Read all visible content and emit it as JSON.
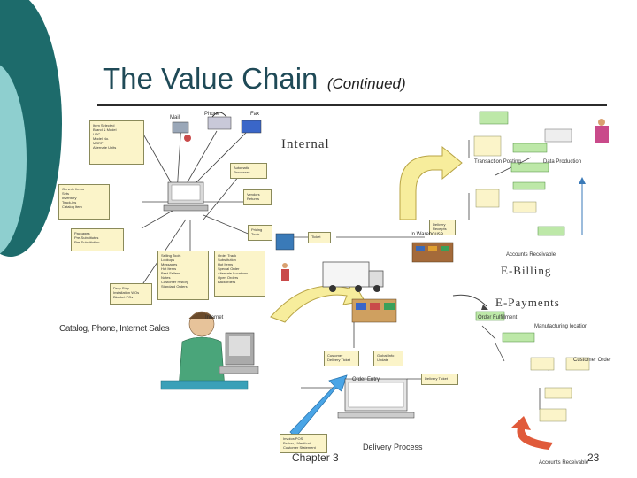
{
  "slide": {
    "title": "The Value Chain",
    "subtitle": "(Continued)",
    "footer_left": "Chapter 3",
    "page_number": "23"
  },
  "diagram": {
    "labels": {
      "internal": "Internal",
      "e_billing": "E-Billing",
      "e_payments": "E-Payments",
      "catalog": "Catalog, Phone, Internet Sales",
      "delivery_process": "Delivery Process",
      "accounts_receivable_top": "Accounts Receivable",
      "accounts_receivable_bottom": "Accounts Receivable",
      "transaction_posting": "Transaction Posting",
      "data_production": "Data Production",
      "phone": "Phone",
      "fax": "Fax",
      "mail": "Mail",
      "internet": "Internet",
      "order_entry": "Order Entry",
      "in_warehouse": "In Warehouse",
      "order_fulfillment": "Order Fulfillment",
      "manufacturing_location": "Manufacturing location",
      "customer_order": "Customer Order"
    },
    "boxes": {
      "item_info": [
        "Item Selected",
        "Brand & Model",
        "UPC",
        "Model No.",
        "MSRP",
        "Alternate Units"
      ],
      "generic_items": [
        "Generic Items",
        "Sets",
        "Inventory",
        "Track-ins",
        "Catalog Item"
      ],
      "packages": [
        "Packages",
        "Pre-Substitutes",
        "Pre-Substitution"
      ],
      "selling_tools": [
        "Selling Tools",
        "Lookups",
        "Messages",
        "Hot Items",
        "Best Sellers",
        "Notes",
        "Customer History",
        "Standard Orders"
      ],
      "order_track": [
        "Order Track",
        "Substitution",
        "Hot Items",
        "Special Order",
        "Alternate Locations",
        "Open Orders",
        "Backorders"
      ],
      "drop_ship": [
        "Drop Ship",
        "Installation WOs",
        "Blanket POs"
      ],
      "automatic_processes": [
        "Automatic",
        "Processes"
      ],
      "vendors_returns": [
        "Vendors",
        "Returns"
      ],
      "pricing_tools": [
        "Pricing",
        "Tools"
      ],
      "ticket": [
        "Ticket"
      ],
      "delivery_receipts": [
        "Delivery",
        "Receipts"
      ],
      "customer_delivery_ticket": [
        "Customer",
        "Delivery Ticket"
      ],
      "global_info": [
        "Global Info",
        "Update"
      ],
      "delivery_ticket": [
        "Delivery Ticket"
      ],
      "invoice": [
        "Invoice/POS",
        "Delivery Manifest",
        "Customer Statement"
      ]
    }
  }
}
